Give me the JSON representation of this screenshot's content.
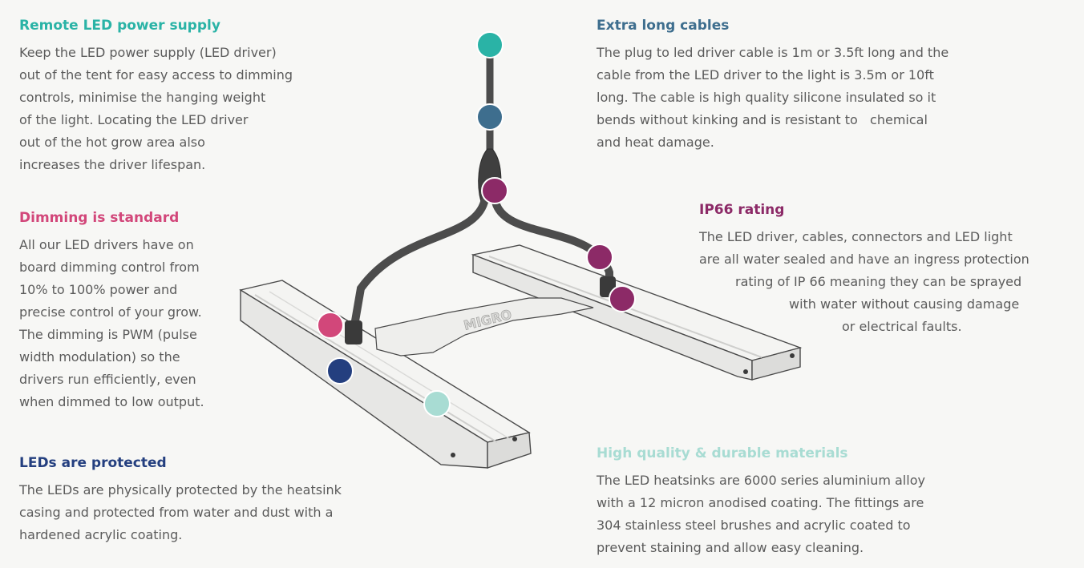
{
  "sections": {
    "remote": {
      "title": "Remote LED power supply",
      "lines": [
        "Keep the LED power supply (LED driver)",
        "out of the tent for easy access to dimming",
        "controls, minimise the hanging weight",
        "of the light. Locating the LED driver",
        "out of the hot grow area also",
        "increases the driver lifespan."
      ]
    },
    "dimming": {
      "title": "Dimming is standard",
      "lines": [
        "All our LED drivers have on",
        "board dimming control from",
        "10% to 100% power and",
        "precise control of your grow.",
        "The dimming is PWM (pulse",
        "width modulation) so the",
        "drivers run efficiently, even",
        "when dimmed to low output."
      ]
    },
    "leds": {
      "title": "LEDs are protected",
      "lines": [
        "The LEDs are physically protected by the heatsink",
        "casing and protected from water and dust with a",
        "hardened acrylic coating."
      ]
    },
    "cables": {
      "title": "Extra long cables",
      "lines": [
        "The plug to led driver cable is 1m or 3.5ft long and the",
        "cable from the LED driver to the light is 3.5m or 10ft",
        "long. The cable is high quality silicone insulated so it",
        "bends without kinking and is resistant to   chemical",
        "and heat damage."
      ]
    },
    "ip66": {
      "title": "IP66 rating",
      "lines": [
        "The LED driver, cables, connectors and LED light",
        "are all water sealed and have an ingress protection",
        "rating of IP 66 meaning they can be sprayed",
        "with water without causing damage",
        "or electrical faults."
      ]
    },
    "materials": {
      "title": "High quality & durable materials",
      "lines": [
        "The LED heatsinks are 6000 series aluminium alloy",
        "with a 12 micron anodised coating. The fittings are",
        "304 stainless steel brushes and acrylic coated to",
        "prevent staining and allow easy cleaning."
      ]
    }
  },
  "illustration": {
    "brand_mark": "MIGRO"
  },
  "colors": {
    "background": "#f7f7f5",
    "teal": "#2ab3a6",
    "steel_blue": "#3e6e8e",
    "plum": "#8c2a67",
    "pink": "#d2477a",
    "navy": "#243f7f",
    "mint": "#a8dcd3",
    "body_text": "#5b5b5b"
  }
}
